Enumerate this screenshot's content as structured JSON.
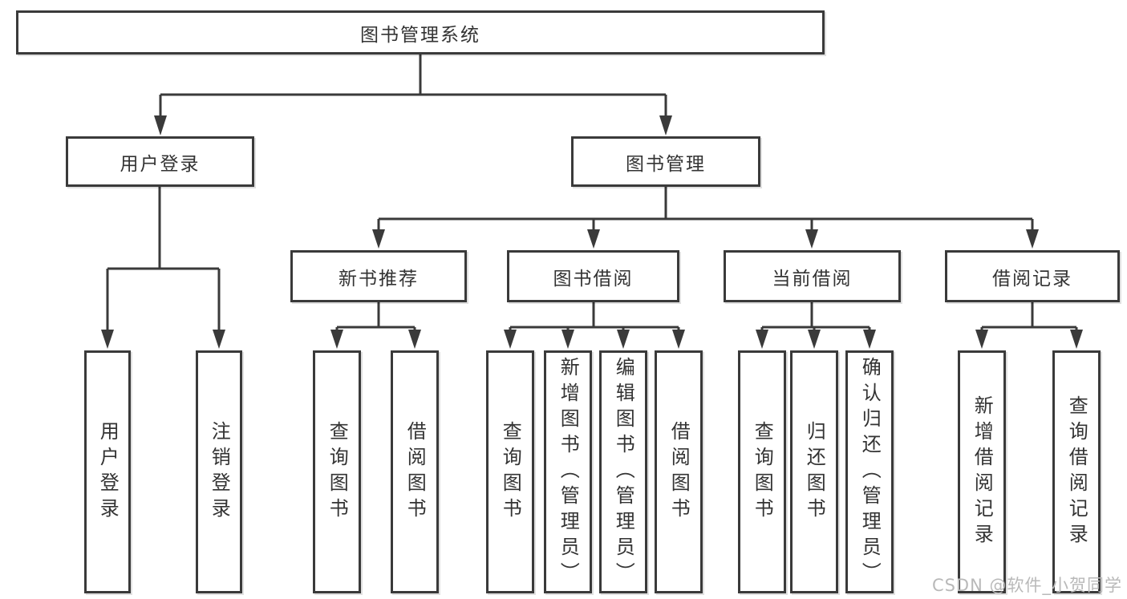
{
  "root": {
    "label": "图书管理系统"
  },
  "branches": [
    {
      "label": "用户登录",
      "children": [
        {
          "label": "用户登录"
        },
        {
          "label": "注销登录"
        }
      ]
    },
    {
      "label": "图书管理",
      "groups": [
        {
          "label": "新书推荐",
          "children": [
            {
              "label": "查询图书"
            },
            {
              "label": "借阅图书"
            }
          ]
        },
        {
          "label": "图书借阅",
          "children": [
            {
              "label": "查询图书"
            },
            {
              "label": "新增图书（管理员）"
            },
            {
              "label": "编辑图书（管理员）"
            },
            {
              "label": "借阅图书"
            }
          ]
        },
        {
          "label": "当前借阅",
          "children": [
            {
              "label": "查询图书"
            },
            {
              "label": "归还图书"
            },
            {
              "label": "确认归还（管理员）"
            }
          ]
        },
        {
          "label": "借阅记录",
          "children": [
            {
              "label": "新增借阅记录"
            },
            {
              "label": "查询借阅记录"
            }
          ]
        }
      ]
    }
  ],
  "watermark": "CSDN @软件_小贺同学",
  "colors": {
    "line": "#3a3a3a",
    "text": "#333333",
    "watermark": "#b9b9b9"
  }
}
